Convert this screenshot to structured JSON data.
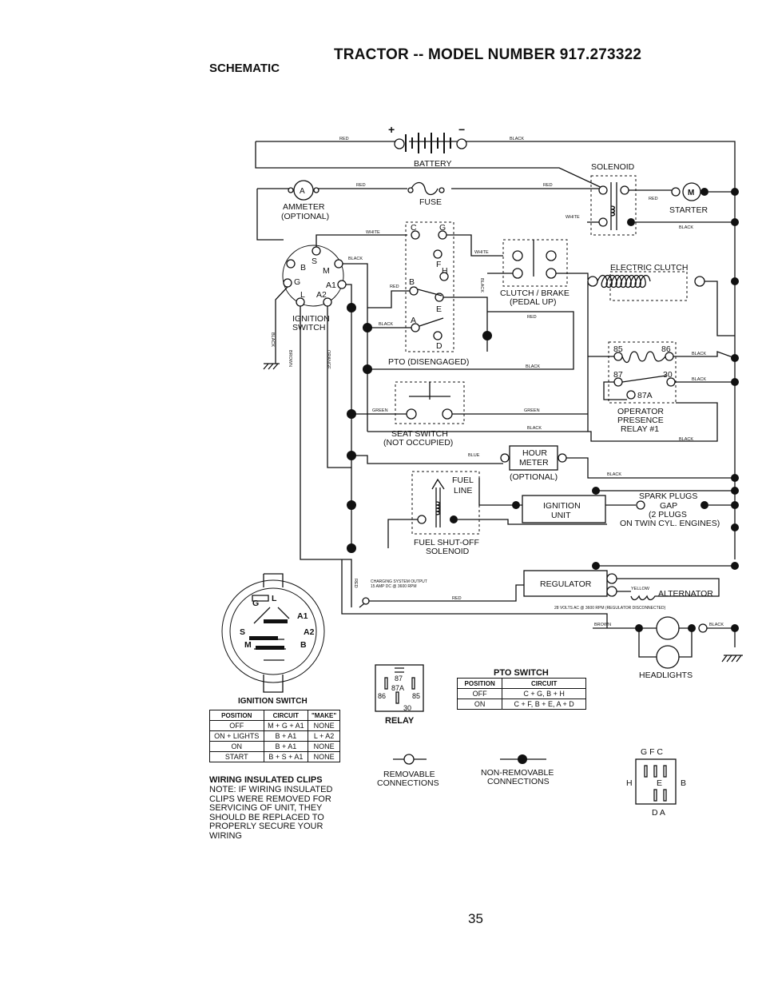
{
  "header": {
    "title": "TRACTOR -- MODEL NUMBER 917.273322",
    "section": "SCHEMATIC"
  },
  "components": {
    "battery": "BATTERY",
    "solenoid": "SOLENOID",
    "starter": "STARTER",
    "ammeter_line1": "AMMETER",
    "ammeter_line2": "(OPTIONAL)",
    "fuse": "FUSE",
    "ignition_switch_line1": "IGNITION",
    "ignition_switch_line2": "SWITCH",
    "clutch_brake_line1": "CLUTCH / BRAKE",
    "clutch_brake_line2": "(PEDAL UP)",
    "electric_clutch": "ELECTRIC CLUTCH",
    "pto": "PTO (DISENGAGED)",
    "seat_switch_line1": "SEAT SWITCH",
    "seat_switch_line2": "(NOT OCCUPIED)",
    "operator_relay_line1": "OPERATOR",
    "operator_relay_line2": "PRESENCE",
    "operator_relay_line3": "RELAY #1",
    "hour_meter_line1": "HOUR",
    "hour_meter_line2": "METER",
    "hour_meter_opt": "(OPTIONAL)",
    "fuel_line_1": "FUEL",
    "fuel_line_2": "LINE",
    "fuel_solenoid_line1": "FUEL SHUT-OFF",
    "fuel_solenoid_line2": "SOLENOID",
    "ignition_unit_line1": "IGNITION",
    "ignition_unit_line2": "UNIT",
    "spark_line1": "SPARK PLUGS",
    "spark_line2": "GAP",
    "spark_line3": "(2 PLUGS",
    "spark_line4": "ON TWIN CYL. ENGINES)",
    "regulator": "REGULATOR",
    "alternator": "ALTERNATOR",
    "headlights": "HEADLIGHTS",
    "charging_note_line1": "CHARGING SYSTEM OUTPUT",
    "charging_note_line2": "15 AMP DC @ 3600 RPM",
    "alternator_note": "28 VOLTS AC @ 3600 RPM (REGULATOR DISCONNECTED)"
  },
  "terminals": {
    "b": "B",
    "s": "S",
    "m": "M",
    "g": "G",
    "a1": "A1",
    "a2": "A2",
    "l": "L",
    "c": "C",
    "f": "F",
    "h": "H",
    "e": "E",
    "a": "A",
    "d": "D",
    "r85": "85",
    "r86": "86",
    "r87": "87",
    "r87a": "87A",
    "r30": "30",
    "motor": "M"
  },
  "wire_labels": {
    "red": "RED",
    "black": "BLACK",
    "white": "WHITE",
    "green": "GREEN",
    "blue": "BLUE",
    "brown": "BROWN",
    "orange": "ORANGE",
    "yellow": "YELLOW"
  },
  "ignition_switch_table": {
    "caption": "IGNITION SWITCH",
    "headers": [
      "POSITION",
      "CIRCUIT",
      "\"MAKE\""
    ],
    "rows": [
      [
        "OFF",
        "M + G + A1",
        "NONE"
      ],
      [
        "ON + LIGHTS",
        "B + A1",
        "L + A2"
      ],
      [
        "ON",
        "B + A1",
        "NONE"
      ],
      [
        "START",
        "B + S + A1",
        "NONE"
      ]
    ]
  },
  "pto_switch_table": {
    "caption": "PTO SWITCH",
    "headers": [
      "POSITION",
      "CIRCUIT"
    ],
    "rows": [
      [
        "OFF",
        "C + G, B + H"
      ],
      [
        "ON",
        "C + F, B + E, A + D"
      ]
    ]
  },
  "relay_caption": "RELAY",
  "legend": {
    "removable_line1": "REMOVABLE",
    "removable_line2": "CONNECTIONS",
    "nonremovable_line1": "NON-REMOVABLE",
    "nonremovable_line2": "CONNECTIONS"
  },
  "pto_connector": {
    "top": "G F C",
    "left": "H",
    "mid": "E",
    "right": "B",
    "bottom": "D A"
  },
  "clips_note": {
    "title": "WIRING INSULATED CLIPS",
    "text": "NOTE: IF WIRING INSULATED CLIPS WERE REMOVED FOR SERVICING OF UNIT, THEY SHOULD BE REPLACED TO PROPERLY SECURE YOUR WIRING"
  },
  "page_number": "35"
}
